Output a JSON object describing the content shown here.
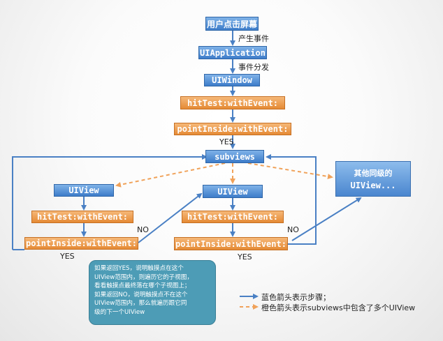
{
  "nodes": {
    "touch_screen": "用户点击屏幕",
    "ui_application": "UIApplication",
    "ui_window": "UIWindow",
    "hit_test_top": "hitTest:withEvent:",
    "point_inside_top": "pointInside:withEvent:",
    "subviews": "subviews",
    "left_uiview": "UIView",
    "left_hit_test": "hitTest:withEvent:",
    "left_point_inside": "pointInside:withEvent:",
    "right_uiview": "UIView",
    "right_hit_test": "hitTest:withEvent:",
    "right_point_inside": "pointInside:withEvent:",
    "other_views_line1": "其他同级的",
    "other_views_line2": "UIView..."
  },
  "labels": {
    "produce_event": "产生事件",
    "dispatch_event": "事件分发",
    "yes_top": "YES",
    "no_left": "NO",
    "yes_left": "YES",
    "no_right": "NO",
    "yes_right": "YES"
  },
  "note": {
    "line1": "如果返回YES，说明触摸点在这个",
    "line2": "UIView范围内，则遍历它的子视图，",
    "line3": "看看触摸点最终落在哪个子视图上；",
    "line4": "如果返回NO，说明触摸点不在这个",
    "line5": "UIView范围内，那么就遍历跟它同",
    "line6": "级的下一个UIView"
  },
  "legend": {
    "blue_arrow": "蓝色箭头表示步骤；",
    "orange_arrow": "橙色箭头表示subviews中包含了多个UIView"
  },
  "colors": {
    "blue_node": "#3d7cc9",
    "orange_node": "#e58a35",
    "blue_arrow": "#4a80c4",
    "orange_arrow": "#f0a25a",
    "note_bg": "#4d9cb6"
  }
}
